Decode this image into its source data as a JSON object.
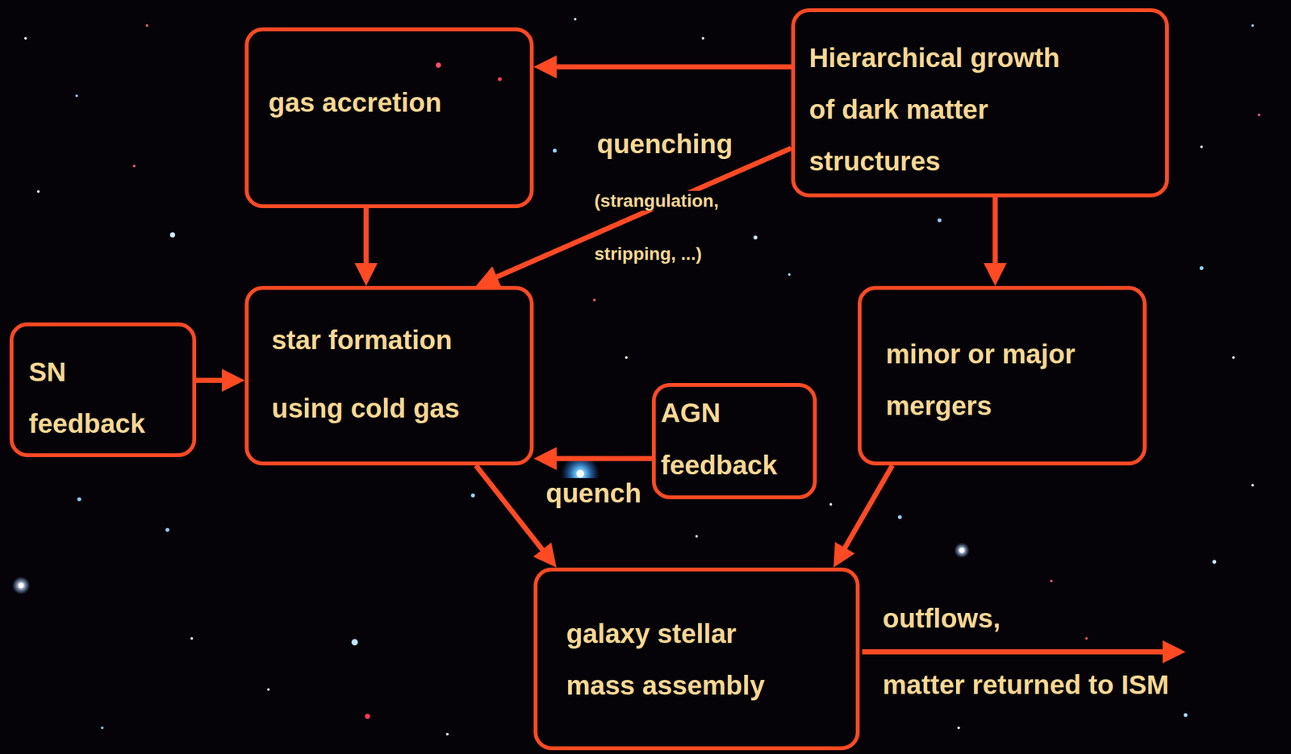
{
  "diagram": {
    "nodes": [
      {
        "text": [
          "gas accretion"
        ]
      },
      {
        "text": [
          "Hierarchical growth of dark matter structures"
        ]
      },
      {
        "text": [
          "SN feedback"
        ]
      },
      {
        "text": [
          "star formation using cold gas"
        ]
      },
      {
        "text": [
          "AGN feedback"
        ]
      },
      {
        "text": [
          "minor or major mergers"
        ]
      },
      {
        "text": [
          "galaxy stellar mass assembly"
        ]
      }
    ],
    "edges": [
      {
        "from": 1,
        "to": 0,
        "arrow": "to"
      },
      {
        "from": 1,
        "to": 3,
        "arrow": "to",
        "label": "quenching"
      },
      {
        "from": 1,
        "to": 5,
        "arrow": "to"
      },
      {
        "from": 0,
        "to": 3,
        "arrow": "to"
      },
      {
        "from": 2,
        "to": 3,
        "arrow": "to"
      },
      {
        "from": 4,
        "to": 3,
        "arrow": "to",
        "label": "quench"
      },
      {
        "from": 3,
        "to": 6,
        "arrow": "to"
      },
      {
        "from": 5,
        "to": 6,
        "arrow": "to"
      }
    ],
    "labels": [
      "(strangulation, stripping, ...)",
      "outflows,",
      "matter returned to ISM"
    ]
  }
}
